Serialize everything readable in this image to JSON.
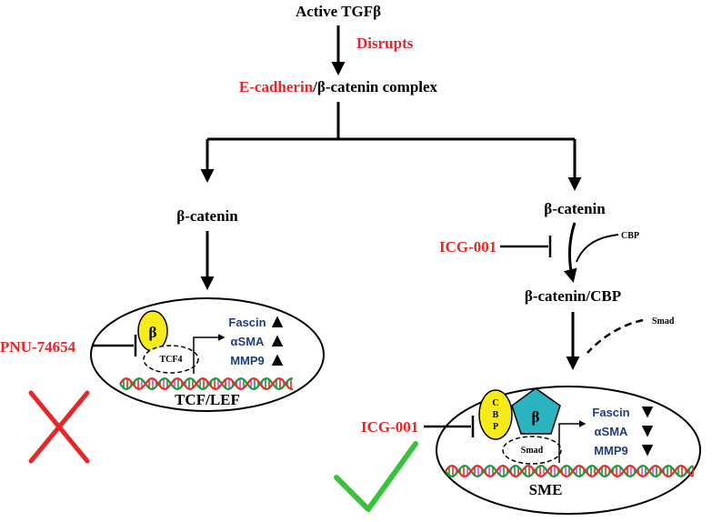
{
  "top": {
    "active_tgfb": "Active TGFβ",
    "disrupts": "Disrupts",
    "ecadherin": "E-cadherin",
    "complex_rest": "/β-catenin complex"
  },
  "left": {
    "beta_catenin": "β-catenin",
    "inhibitor": "PNU-74654",
    "beta_symbol": "β",
    "tcf4": "TCF4",
    "genes": [
      "Fascin",
      "αSMA",
      "MMP9"
    ],
    "dna_label": "TCF/LEF",
    "outcome": "cross"
  },
  "right": {
    "beta_catenin": "β-catenin",
    "inhibitor_top": "ICG-001",
    "cbp": "CBP",
    "complex": "β-catenin/CBP",
    "smad": "Smad",
    "inhibitor_box": "ICG-001",
    "cbp_letters": [
      "C",
      "B",
      "P"
    ],
    "beta_symbol": "β",
    "smad_small": "Smad",
    "genes": [
      "Fascin",
      "αSMA",
      "MMP9"
    ],
    "dna_label": "SME",
    "outcome": "check"
  },
  "colors": {
    "inhibitor": "#e8262a",
    "gene_text": "#1f3d7a",
    "yellow": "#f7ea1b",
    "pentagon": "#2bb3bf",
    "check": "#37c43a",
    "cross": "#e8262a",
    "dna_green": "#1a9a3a",
    "dna_red": "#e0302a",
    "dna_magenta": "#d24ed6"
  }
}
